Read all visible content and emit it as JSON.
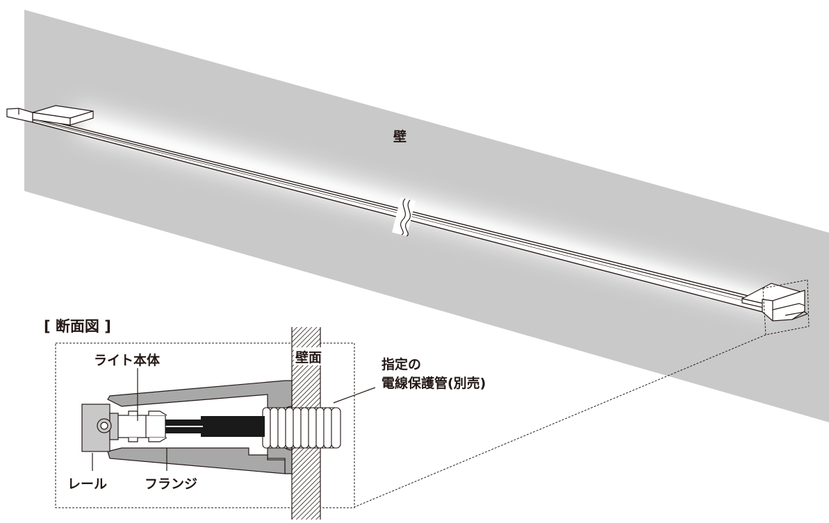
{
  "colors": {
    "wall": "#c9c9c9",
    "line": "#231815",
    "flange": "#a8a8a8",
    "rail": "#c8c8c8",
    "cable": "#1a1a1a",
    "glow": "#ffffff"
  },
  "labels": {
    "wall": "壁",
    "section_title": "[ 断面図 ]",
    "wall_surface": "壁面",
    "light_body": "ライト本体",
    "conduit_line1": "指定の",
    "conduit_line2": "電線保護管(別売)",
    "rail": "レール",
    "flange": "フランジ"
  },
  "icons": {
    "break_mark": "break-symbol-icon",
    "hatch": "wall-hatch-pattern"
  }
}
